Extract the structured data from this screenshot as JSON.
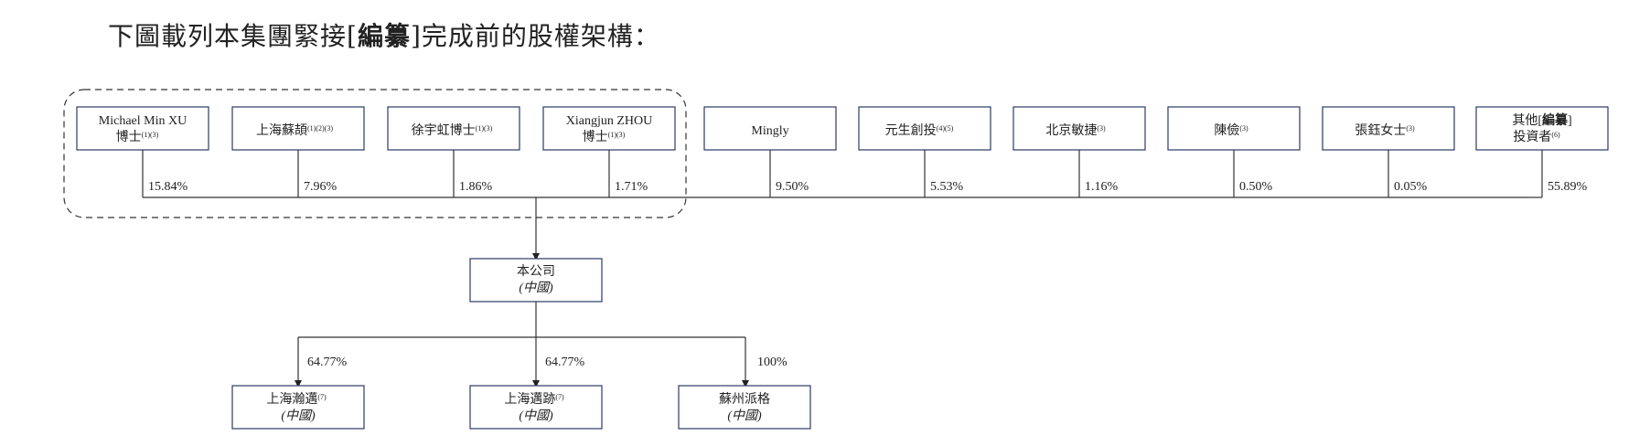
{
  "title": {
    "prefix": "下圖載列本集團緊接[",
    "bold": "編纂",
    "suffix": "]完成前的股權架構："
  },
  "shareholders": [
    {
      "line1": "Michael Min XU",
      "line2": "博士",
      "sup2": "(1)(3)",
      "pct": "15.84%"
    },
    {
      "line1": "上海蘇頡",
      "sup1": "(1)(2)(3)",
      "pct": "7.96%"
    },
    {
      "line1": "徐宇虹博士",
      "sup1": "(1)(3)",
      "pct": "1.86%"
    },
    {
      "line1": "Xiangjun ZHOU",
      "line2": "博士",
      "sup2": "(1)(3)",
      "pct": "1.71%"
    },
    {
      "line1": "Mingly",
      "pct": "9.50%"
    },
    {
      "line1": "元生創投",
      "sup1": "(4)(5)",
      "pct": "5.53%"
    },
    {
      "line1": "北京敏捷",
      "sup1": "(3)",
      "pct": "1.16%"
    },
    {
      "line1": "陳儉",
      "sup1": "(3)",
      "pct": "0.50%"
    },
    {
      "line1": "張鈺女士",
      "sup1": "(3)",
      "pct": "0.05%"
    },
    {
      "line1": "其他[",
      "line1_bold": "編纂",
      "line1_end": "]",
      "line2": "投資者",
      "sup2": "(6)",
      "pct": "55.89%"
    }
  ],
  "company": {
    "line1": "本公司",
    "line2": "(中國)"
  },
  "subsidiaries": [
    {
      "line1": "上海瀚邁",
      "sup1": "(7)",
      "line2": "(中國)",
      "pct": "64.77%"
    },
    {
      "line1": "上海邁跡",
      "sup1": "(7)",
      "line2": "(中國)",
      "pct": "64.77%"
    },
    {
      "line1": "蘇州派格",
      "line2": "(中國)",
      "pct": "100%"
    }
  ]
}
